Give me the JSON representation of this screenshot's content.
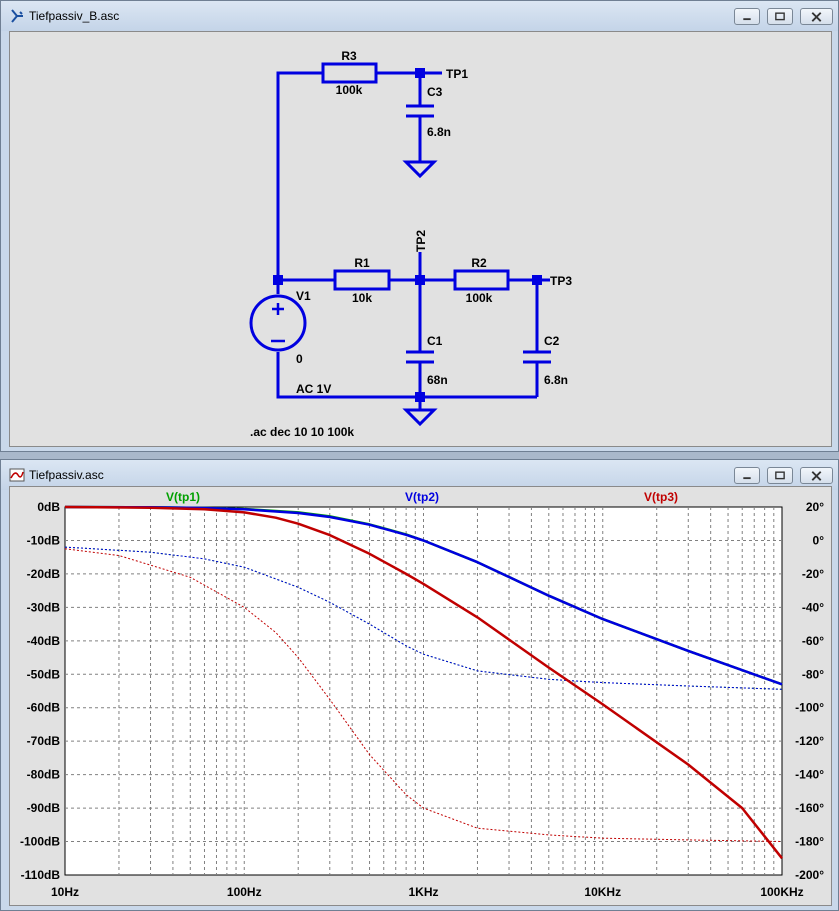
{
  "schematic_window": {
    "title": "Tiefpassiv_B.asc",
    "components": {
      "r3": {
        "name": "R3",
        "value": "100k"
      },
      "c3": {
        "name": "C3",
        "value": "6.8n"
      },
      "r1": {
        "name": "R1",
        "value": "10k"
      },
      "r2": {
        "name": "R2",
        "value": "100k"
      },
      "c1": {
        "name": "C1",
        "value": "68n"
      },
      "c2": {
        "name": "C2",
        "value": "6.8n"
      },
      "v1": {
        "name": "V1",
        "value": "0",
        "ac": "AC 1V"
      }
    },
    "net_labels": {
      "tp1": "TP1",
      "tp2": "TP2",
      "tp3": "TP3"
    },
    "directive": ".ac dec 10 10 100k",
    "wire_color": "#0000e0"
  },
  "plot_window": {
    "title": "Tiefpassiv.asc",
    "chart_data": {
      "type": "line",
      "x_scale": "log",
      "xlim": [
        10,
        100000
      ],
      "x_ticks": [
        10,
        100,
        1000,
        10000,
        100000
      ],
      "x_tick_labels": [
        "10Hz",
        "100Hz",
        "1KHz",
        "10KHz",
        "100KHz"
      ],
      "y_left_lim": [
        -110,
        0
      ],
      "y_left_ticks": [
        0,
        -10,
        -20,
        -30,
        -40,
        -50,
        -60,
        -70,
        -80,
        -90,
        -100,
        -110
      ],
      "y_left_tick_labels": [
        "0dB",
        "-10dB",
        "-20dB",
        "-30dB",
        "-40dB",
        "-50dB",
        "-60dB",
        "-70dB",
        "-80dB",
        "-90dB",
        "-100dB",
        "-110dB"
      ],
      "y_right_lim": [
        -200,
        20
      ],
      "y_right_ticks": [
        20,
        0,
        -20,
        -40,
        -60,
        -80,
        -100,
        -120,
        -140,
        -160,
        -180,
        -200
      ],
      "y_right_tick_labels": [
        "20°",
        "0°",
        "-20°",
        "-40°",
        "-60°",
        "-80°",
        "-100°",
        "-120°",
        "-140°",
        "-160°",
        "-180°",
        "-200°"
      ],
      "grid": true,
      "series": [
        {
          "name": "V(tp1)",
          "color": "#00a000",
          "magnitude_db": {
            "x": [
              10,
              30,
              60,
              100,
              200,
              300,
              500,
              800,
              1000,
              2000,
              5000,
              10000,
              30000,
              100000
            ],
            "y": [
              0,
              -0.1,
              -0.3,
              -0.6,
              -1.6,
              -2.8,
              -5.2,
              -8.2,
              -10,
              -16.5,
              -26.5,
              -33.5,
              -43,
              -53
            ]
          },
          "phase_deg": {
            "x": [
              10,
              30,
              60,
              100,
              200,
              300,
              500,
              800,
              1000,
              2000,
              5000,
              10000,
              30000,
              100000
            ],
            "y": [
              -4,
              -7,
              -11,
              -16,
              -28,
              -37,
              -50,
              -63,
              -68,
              -78,
              -83,
              -85,
              -87,
              -89
            ]
          }
        },
        {
          "name": "V(tp2)",
          "color": "#0000e0",
          "magnitude_db": {
            "x": [
              10,
              30,
              60,
              100,
              200,
              300,
              500,
              800,
              1000,
              2000,
              5000,
              10000,
              30000,
              100000
            ],
            "y": [
              0,
              -0.1,
              -0.3,
              -0.7,
              -1.8,
              -3,
              -5.3,
              -8.3,
              -10,
              -16.5,
              -26.5,
              -33.5,
              -43,
              -53
            ]
          },
          "phase_deg": {
            "x": [
              10,
              30,
              60,
              100,
              200,
              300,
              500,
              800,
              1000,
              2000,
              5000,
              10000,
              30000,
              100000
            ],
            "y": [
              -4,
              -7,
              -11,
              -16,
              -28,
              -37,
              -50,
              -63,
              -68,
              -78,
              -83,
              -85,
              -87,
              -89
            ]
          }
        },
        {
          "name": "V(tp3)",
          "color": "#c00000",
          "magnitude_db": {
            "x": [
              10,
              30,
              60,
              100,
              150,
              200,
              300,
              500,
              800,
              1000,
              2000,
              5000,
              10000,
              30000,
              60000,
              100000
            ],
            "y": [
              0,
              -0.2,
              -0.7,
              -1.6,
              -3.2,
              -5,
              -8.4,
              -14,
              -20,
              -23,
              -33,
              -48,
              -59,
              -77,
              -90,
              -105
            ]
          },
          "phase_deg": {
            "x": [
              10,
              20,
              50,
              100,
              150,
              200,
              300,
              500,
              800,
              1000,
              2000,
              5000,
              10000,
              30000,
              100000
            ],
            "y": [
              -5,
              -9,
              -22,
              -40,
              -55,
              -70,
              -95,
              -128,
              -152,
              -160,
              -172,
              -176,
              -178,
              -179,
              -180
            ]
          }
        }
      ]
    }
  }
}
